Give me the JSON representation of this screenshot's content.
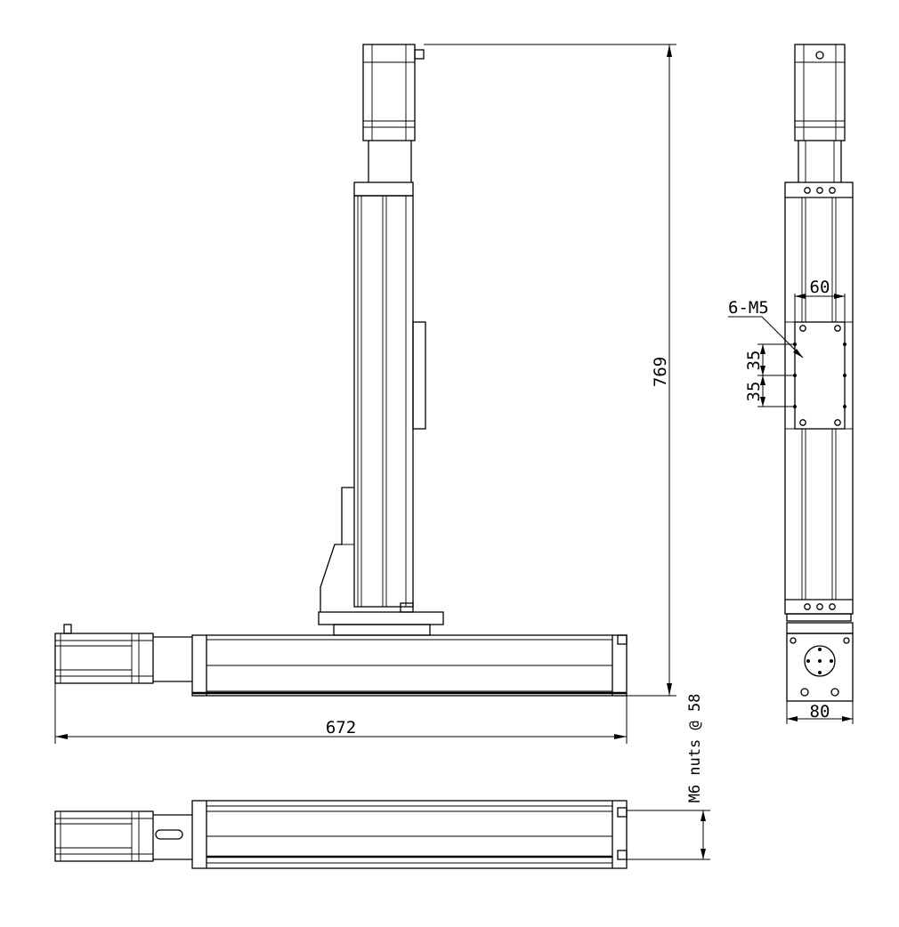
{
  "drawing": {
    "dimensions": {
      "total_height": "769",
      "total_length": "672",
      "plate_width": "60",
      "hole_spacing_1": "35",
      "hole_spacing_2": "35",
      "end_width": "80",
      "nut_spacing": "M6 nuts @ 58"
    },
    "callouts": {
      "mounting_holes": "6-M5"
    }
  }
}
